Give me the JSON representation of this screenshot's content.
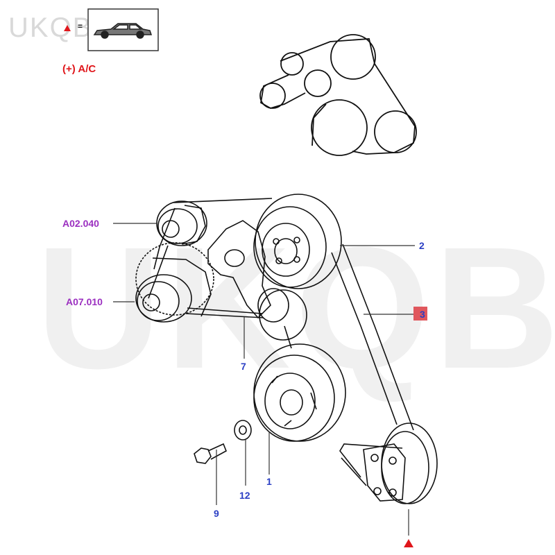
{
  "watermark": {
    "brand": "UKQBY™",
    "brand_large": "UKQBY™"
  },
  "legend": {
    "equals_sign": "=",
    "ac_label": "(+) A/C"
  },
  "callouts": {
    "a02": "A02.040",
    "a07": "A07.010",
    "part1": "1",
    "part2": "2",
    "part3": "3",
    "part7": "7",
    "part9": "9",
    "part12": "12"
  },
  "colors": {
    "supplier_code": "#9b2fc0",
    "part_number": "#2b3fc4",
    "warning": "#e0161b",
    "highlight_box": "#e0575d"
  }
}
